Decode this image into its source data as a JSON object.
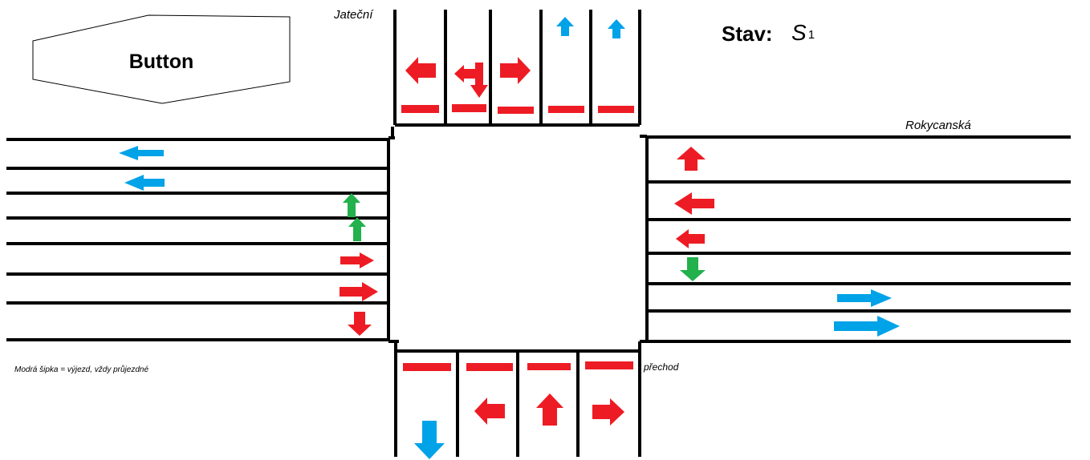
{
  "button": {
    "label": "Button"
  },
  "state": {
    "label": "Stav:",
    "symbol": "S",
    "index": "1"
  },
  "streets": {
    "north": "Jateční",
    "east": "Rokycanská"
  },
  "crosswalk_label": "přechod",
  "legend_text": "Modrá šipka = výjezd, vždy průjezdné",
  "colors": {
    "red": "#ed1c24",
    "blue": "#00a2e8",
    "green": "#22b14c",
    "line": "#000000"
  },
  "lanes": {
    "north": [
      {
        "signals": [
          "left"
        ],
        "color": "red"
      },
      {
        "signals": [
          "left",
          "down"
        ],
        "color": "red"
      },
      {
        "signals": [
          "right"
        ],
        "color": "red"
      },
      {
        "signals": [
          "up"
        ],
        "color": "blue"
      },
      {
        "signals": [
          "up"
        ],
        "color": "blue"
      }
    ],
    "south": [
      {
        "signals": [
          "down"
        ],
        "color": "blue"
      },
      {
        "signals": [
          "left"
        ],
        "color": "red"
      },
      {
        "signals": [
          "up"
        ],
        "color": "red"
      },
      {
        "signals": [
          "right"
        ],
        "color": "red"
      }
    ],
    "west": [
      {
        "signals": [
          "left"
        ],
        "color": "blue"
      },
      {
        "signals": [
          "left"
        ],
        "color": "blue"
      },
      {
        "signals": [
          "up"
        ],
        "color": "green"
      },
      {
        "signals": [
          "up"
        ],
        "color": "green"
      },
      {
        "signals": [
          "right"
        ],
        "color": "red"
      },
      {
        "signals": [
          "right"
        ],
        "color": "red"
      },
      {
        "signals": [
          "down"
        ],
        "color": "red"
      }
    ],
    "east": [
      {
        "signals": [
          "up"
        ],
        "color": "red"
      },
      {
        "signals": [
          "left"
        ],
        "color": "red"
      },
      {
        "signals": [
          "left"
        ],
        "color": "red"
      },
      {
        "signals": [
          "down"
        ],
        "color": "green"
      },
      {
        "signals": [
          "right"
        ],
        "color": "blue"
      },
      {
        "signals": [
          "right"
        ],
        "color": "blue"
      }
    ]
  }
}
